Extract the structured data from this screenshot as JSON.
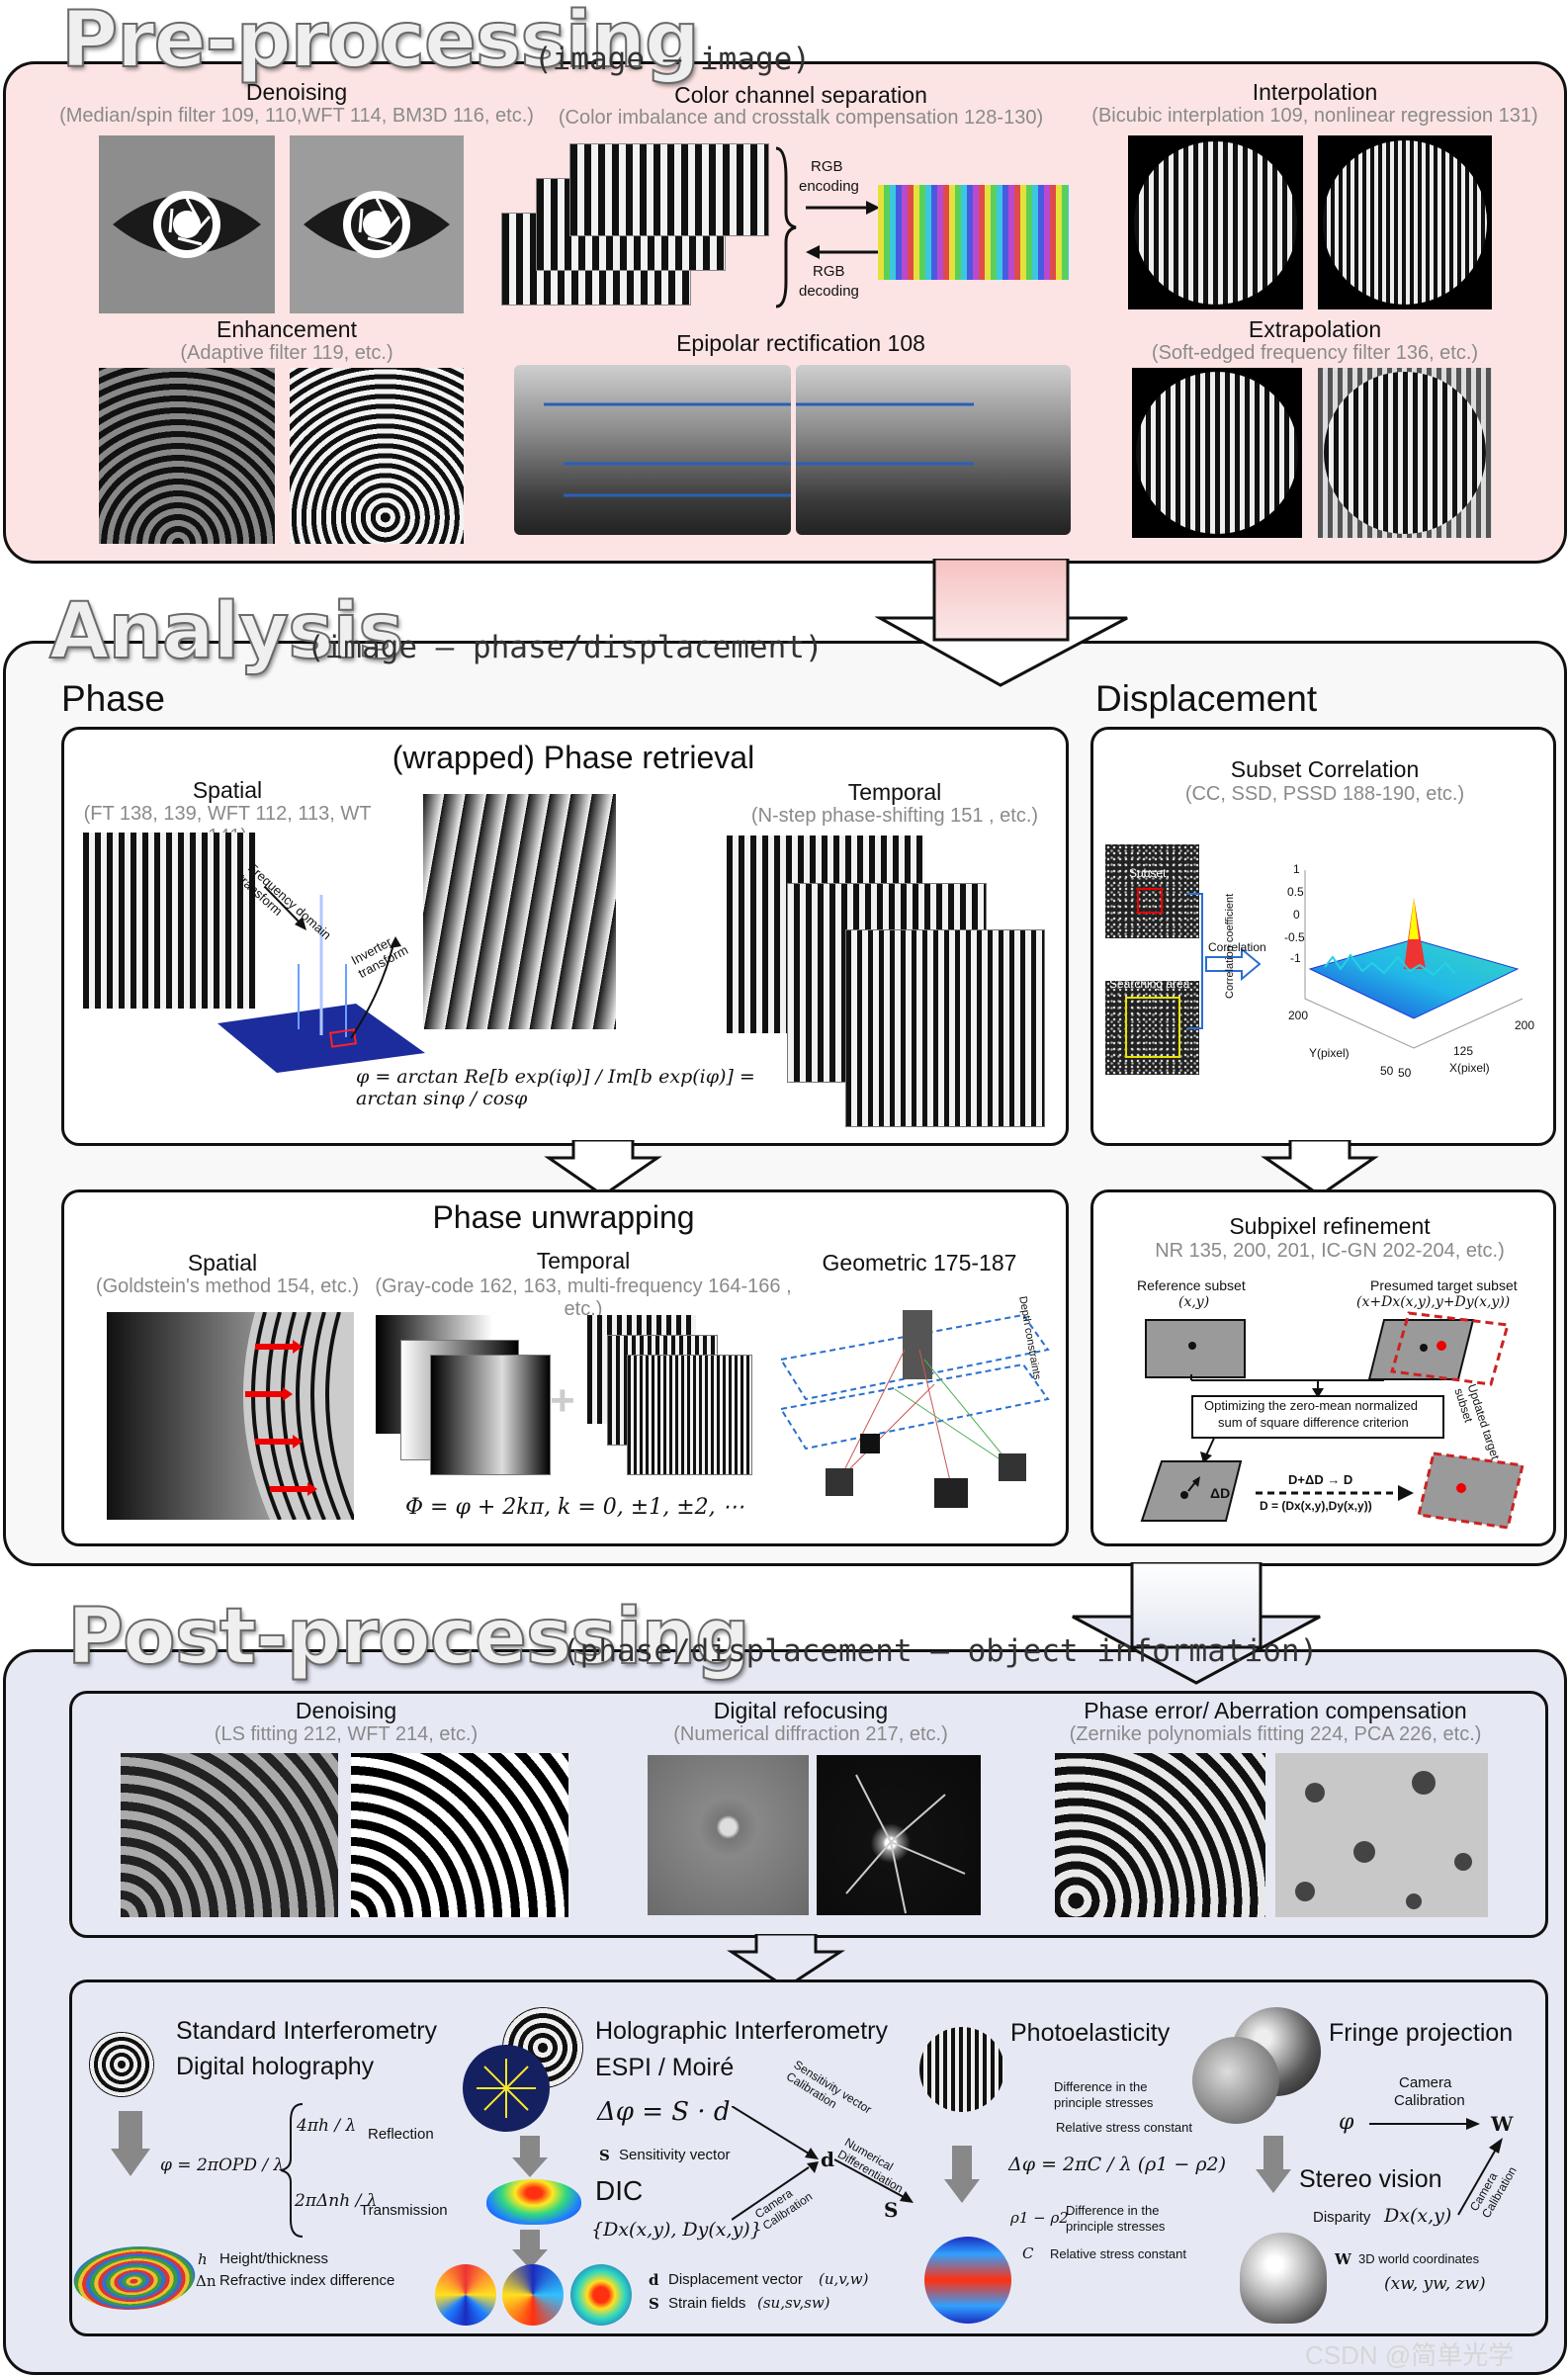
{
  "pre": {
    "title": "Pre-processing",
    "subtitle": "(image – image)",
    "denoising": {
      "title": "Denoising",
      "refs": "(Median/spin filter 109, 110,WFT 114, BM3D 116, etc.)"
    },
    "color_sep": {
      "title": "Color channel separation",
      "refs": "(Color imbalance and crosstalk compensation 128-130)",
      "enc": [
        "RGB",
        "encoding"
      ],
      "dec": [
        "RGB",
        "decoding"
      ]
    },
    "interpolation": {
      "title": "Interpolation",
      "refs": "(Bicubic interplation 109, nonlinear regression 131)"
    },
    "enhancement": {
      "title": "Enhancement",
      "refs": "(Adaptive filter 119, etc.)"
    },
    "epipolar": {
      "title": "Epipolar rectification 108"
    },
    "extrapolation": {
      "title": "Extrapolation",
      "refs": "(Soft-edged frequency filter 136, etc.)"
    }
  },
  "analysis": {
    "title": "Analysis",
    "subtitle": "(image – phase/displacement)",
    "phase_label": "Phase",
    "displacement_label": "Displacement",
    "retrieval": {
      "title": "(wrapped) Phase retrieval",
      "spatial": "Spatial",
      "spatial_refs": "(FT 138, 139, WFT 112, 113, WT 141)",
      "temporal": "Temporal",
      "temporal_refs": "(N-step phase-shifting 151 , etc.)",
      "freq_label": "Frequency domain transform",
      "inv_label": "Inverter transform",
      "formula": "φ = arctan Re[b exp(iφ)] / Im[b exp(iφ)] = arctan sinφ / cosφ"
    },
    "unwrapping": {
      "title": "Phase unwrapping",
      "spatial": "Spatial",
      "spatial_refs": "(Goldstein's method 154, etc.)",
      "temporal": "Temporal",
      "temporal_refs": "(Gray-code 162, 163, multi-frequency 164-166 , etc.)",
      "geometric": "Geometric 175-187",
      "formula": "Φ = φ + 2kπ, k = 0, ±1, ±2, ⋯",
      "depth_label": "Depth constraints"
    },
    "subset": {
      "title": "Subset Correlation",
      "refs": "(CC, SSD, PSSD 188-190, etc.)",
      "subset_label": "Subset",
      "search_label": "Searching area",
      "corr_label": "Correlation",
      "zlabel": "Correlation coefficient",
      "ylabel": "Y(pixel)",
      "xlabel": "X(pixel)",
      "ticks": [
        "1",
        "0.5",
        "0",
        "-0.5",
        "-1",
        "200",
        "125",
        "50",
        "50",
        "200"
      ]
    },
    "subpixel": {
      "title": "Subpixel refinement",
      "refs": "NR 135, 200, 201, IC-GN 202-204, etc.)",
      "ref_label": "Reference subset",
      "ref_xy": "(x,y)",
      "target_label": "Presumed target subset",
      "target_xy": "(x+Dx(x,y),y+Dy(x,y))",
      "opt_text": [
        "Optimizing the zero-mean normalized",
        "sum of square difference criterion"
      ],
      "updated": "Updated target subset",
      "dd": "ΔD",
      "upd_eq": "D+ΔD → D",
      "d_eq": "D = (Dx(x,y),Dy(x,y))"
    }
  },
  "post": {
    "title": "Post-processing",
    "subtitle": "(phase/displacement – object information)",
    "denoising": {
      "title": "Denoising",
      "refs": "(LS fitting 212, WFT 214, etc.)"
    },
    "refocus": {
      "title": "Digital refocusing",
      "refs": "(Numerical diffraction 217, etc.)"
    },
    "aberration": {
      "title": "Phase error/ Aberration compensation",
      "refs": "(Zernike polynomials fitting 224, PCA 226, etc.)"
    },
    "standard": {
      "title1": "Standard Interferometry",
      "title2": "Digital holography",
      "eq": "φ = 2πOPD / λ",
      "refl_eq": "4πh / λ",
      "refl": "Reflection",
      "trans_eq": "2πΔnh / λ",
      "trans": "Transmission",
      "h": "h",
      "h_desc": "Height/thickness",
      "dn": "Δn",
      "dn_desc": "Refractive index difference"
    },
    "holo": {
      "title1": "Holographic Interferometry",
      "title2": "ESPI / Moiré",
      "eq": "Δφ = S · d",
      "s": "S",
      "s_desc": "Sensitivity vector",
      "dic": "DIC",
      "dic_eq": "{Dx(x,y), Dy(x,y)}",
      "d_vec": "d",
      "d_center": "d",
      "sens_cal": "Sensitivity vector Calibration",
      "cam_cal": "Camera Calibration",
      "num_diff": "Numerical Differentiation",
      "s_out": "S",
      "d_desc": "Displacement vector",
      "d_uvw": "(u,v,w)",
      "s_desc2": "Strain fields",
      "s_fields": "(su,sv,sw)"
    },
    "photo": {
      "title": "Photoelasticity",
      "diff": [
        "Difference in the",
        "principle stresses"
      ],
      "rel": "Relative stress constant",
      "eq": "Δφ = 2πC / λ (ρ1 − ρ2)",
      "rho": "ρ1 − ρ2",
      "diff2": [
        "Difference in the",
        "principle stresses"
      ],
      "c": "C",
      "c_desc": "Relative stress constant"
    },
    "fringe": {
      "title": "Fringe projection",
      "cam": [
        "Camera",
        "Calibration"
      ],
      "phi": "φ",
      "w": "W",
      "stereo": "Stereo vision",
      "disparity": "Disparity",
      "disp_eq": "Dx(x,y)",
      "cam2": "Camera Calibration",
      "w2": "W",
      "w_desc": "3D world coordinates",
      "w_eq": "(xw, yw, zw)"
    }
  },
  "watermark": "CSDN @简单光学",
  "colors": {
    "pre_bg": "#fde4e4",
    "analysis_bg": "#f8f8f8",
    "post_bg": "#e6e9f4",
    "arrow_top": "#f9cfcf",
    "arrow_bottom": "#d8ddec"
  }
}
